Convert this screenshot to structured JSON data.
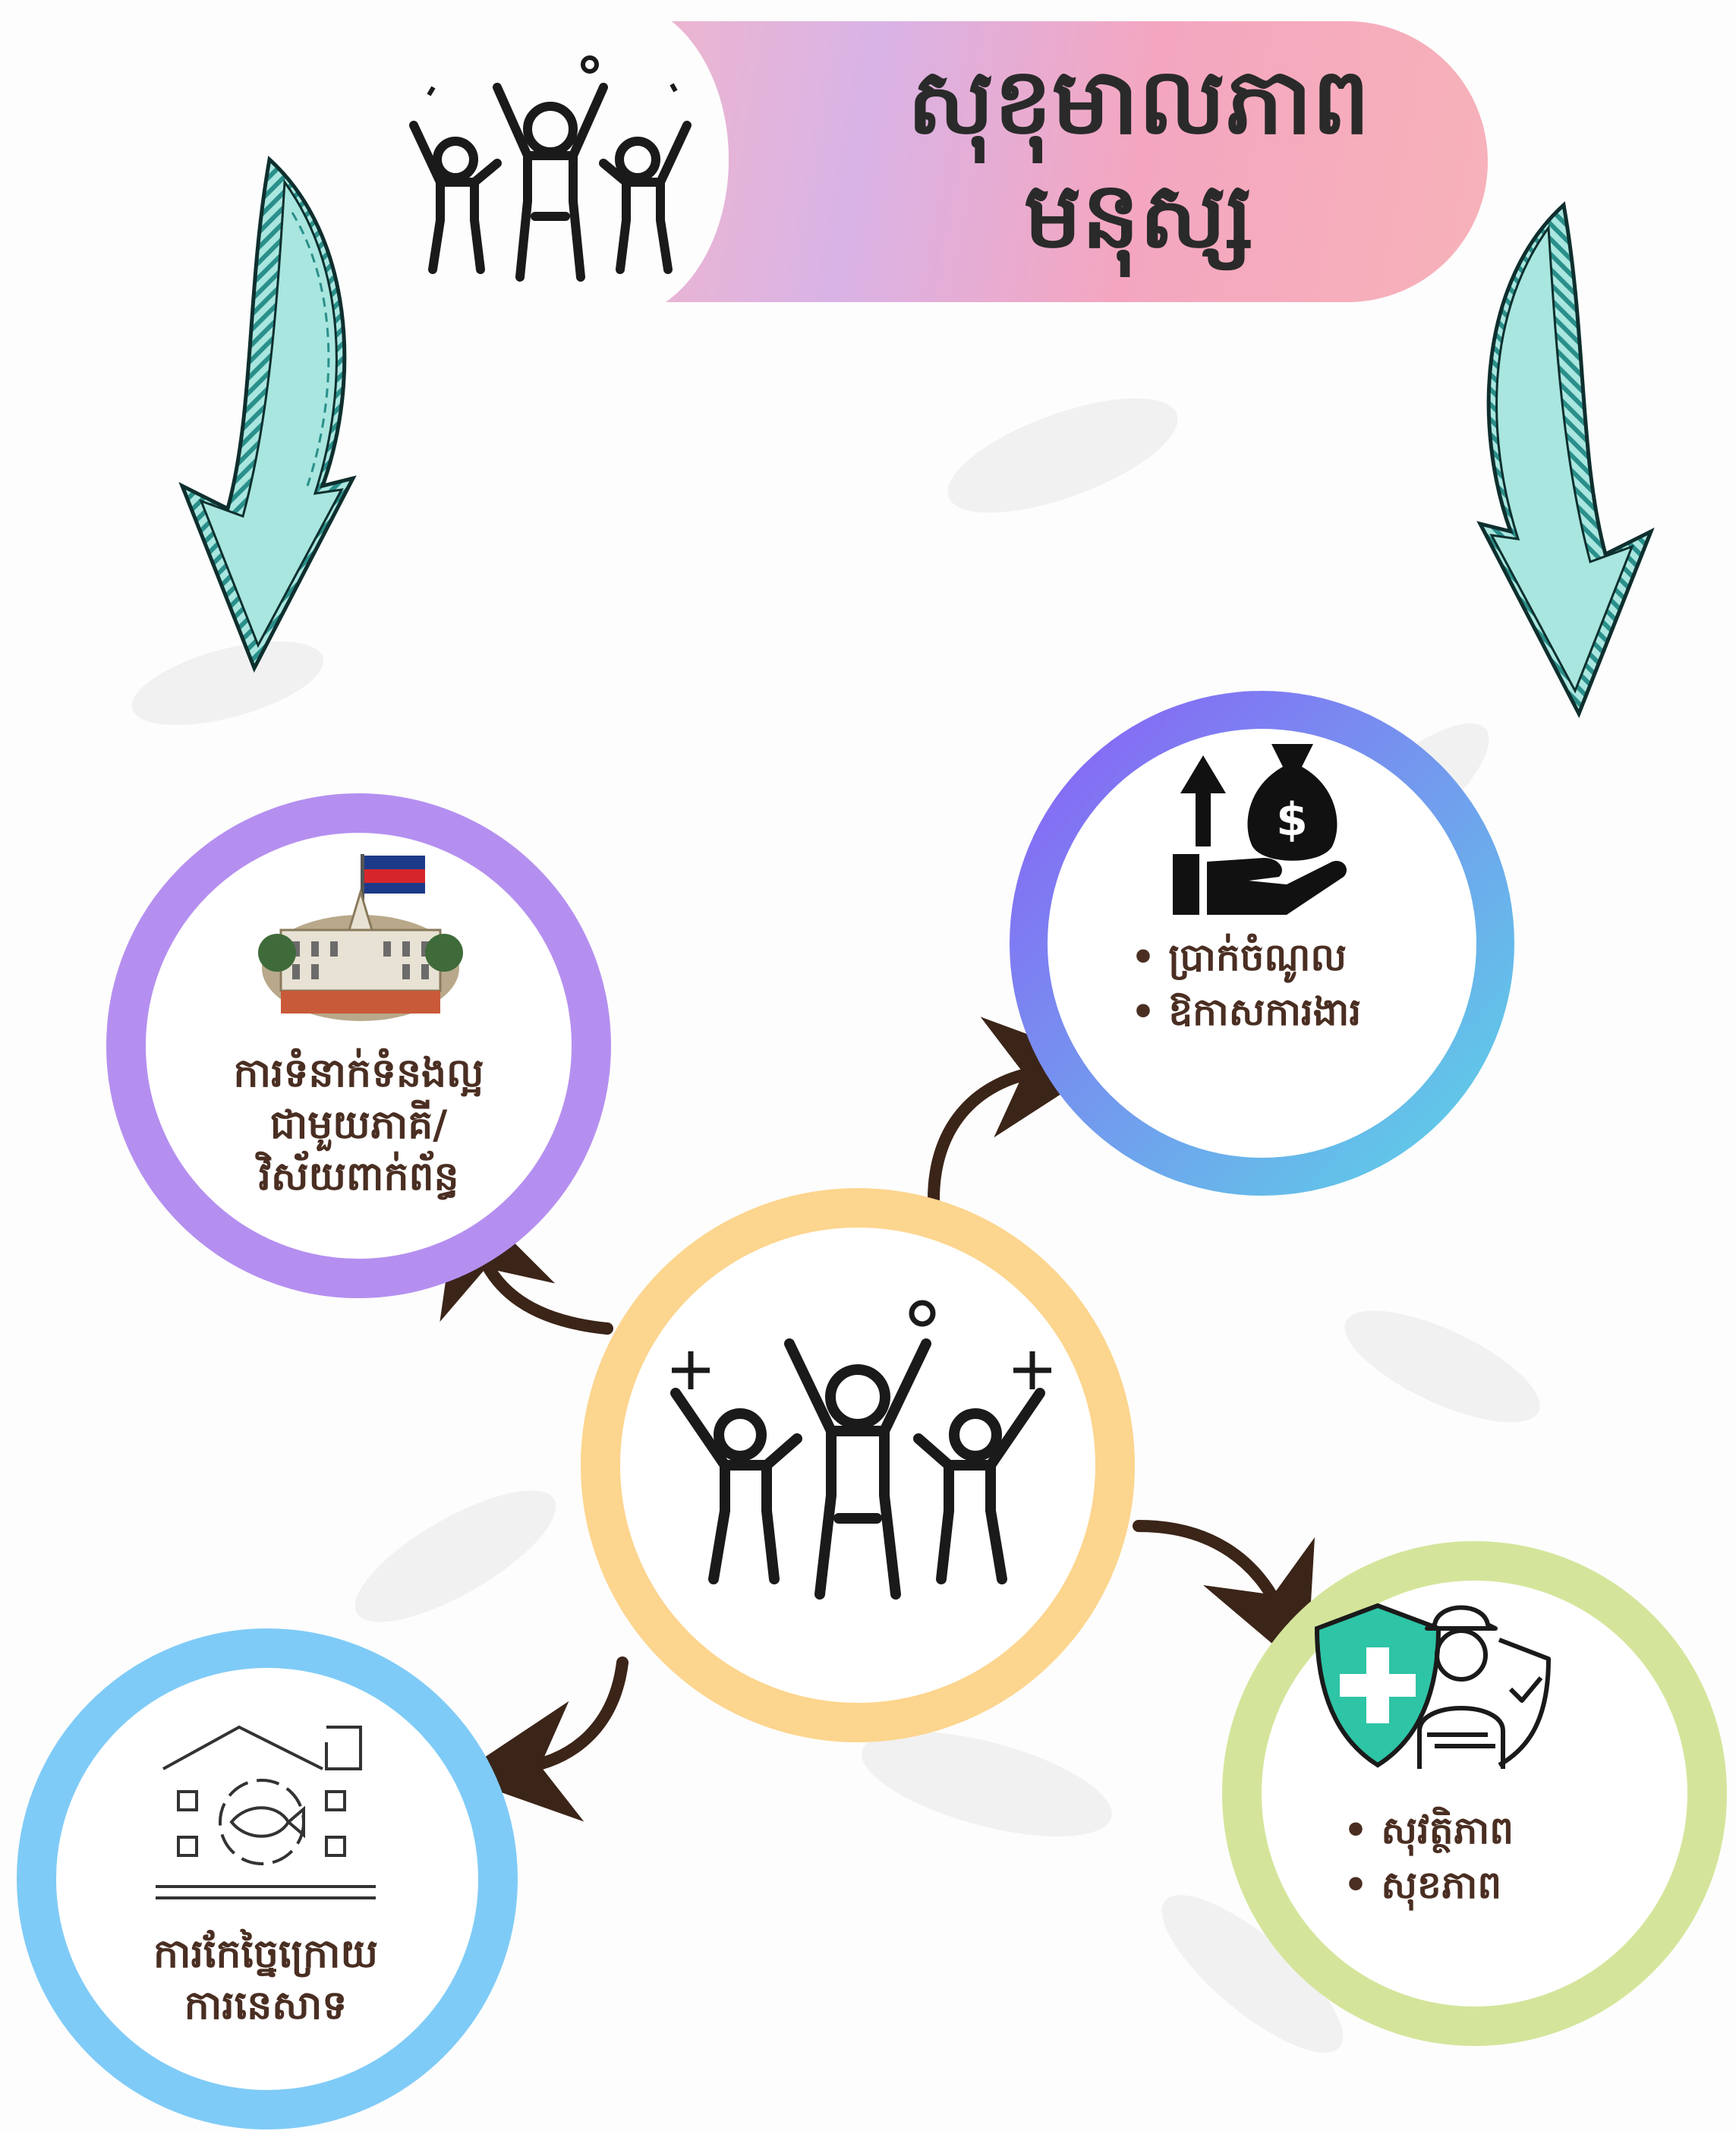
{
  "title": {
    "line1": "សុខុមាលភាព",
    "line2": "មនុស្ស"
  },
  "colors": {
    "banner_gradient": [
      "#f2b6c8",
      "#d9b3e6",
      "#f4a6c0",
      "#f7b2b9"
    ],
    "arrow_fill": "#a8e6df",
    "arrow_stripe": "#2a8f8a",
    "center_ring": "#fcd58e",
    "governance_ring": "#b58ff0",
    "income_ring_gradient": [
      "#8b5cf6",
      "#5ad8e6"
    ],
    "processing_ring": "#7fcbf7",
    "safety_ring": "#d4e59b",
    "connector": "#3b2418",
    "text": "#4a2e22"
  },
  "nodes": {
    "governance": {
      "label_lines": [
        "ការទំនាក់ទំនងល្អ",
        "ជាមួយភាគី/",
        "វិស័យពាក់ព័ន្ធ"
      ],
      "icon": "government-building-icon"
    },
    "income": {
      "bullets": [
        "ប្រាក់ចំណូល",
        "ឱកាសការងារ"
      ],
      "icon": "money-bag-hand-icon"
    },
    "processing": {
      "label_lines": [
        "ការកែច្នៃក្រោយ",
        "ការនេសាទ"
      ],
      "icon": "fish-processing-icon"
    },
    "safety": {
      "bullets": [
        "សុវត្ថិភាព",
        "សុខភាព"
      ],
      "icon": "health-shield-worker-icon"
    },
    "center": {
      "icon": "people-celebrating-icon"
    }
  }
}
